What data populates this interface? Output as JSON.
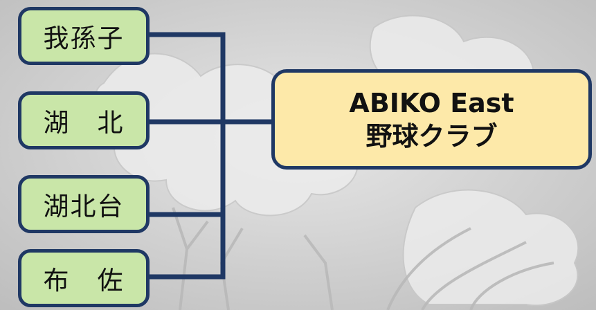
{
  "colors": {
    "node_fill": "#c9e6a8",
    "node_border": "#1f3864",
    "connector": "#1f3864",
    "target_fill": "#fde9a9",
    "background": "#d4d4d4"
  },
  "diagram": {
    "nodes": [
      {
        "label": "我孫子"
      },
      {
        "label": "湖　北"
      },
      {
        "label": "湖北台"
      },
      {
        "label": "布　佐"
      }
    ],
    "target": {
      "line1": "ABIKO East",
      "line2": "野球クラブ"
    }
  }
}
